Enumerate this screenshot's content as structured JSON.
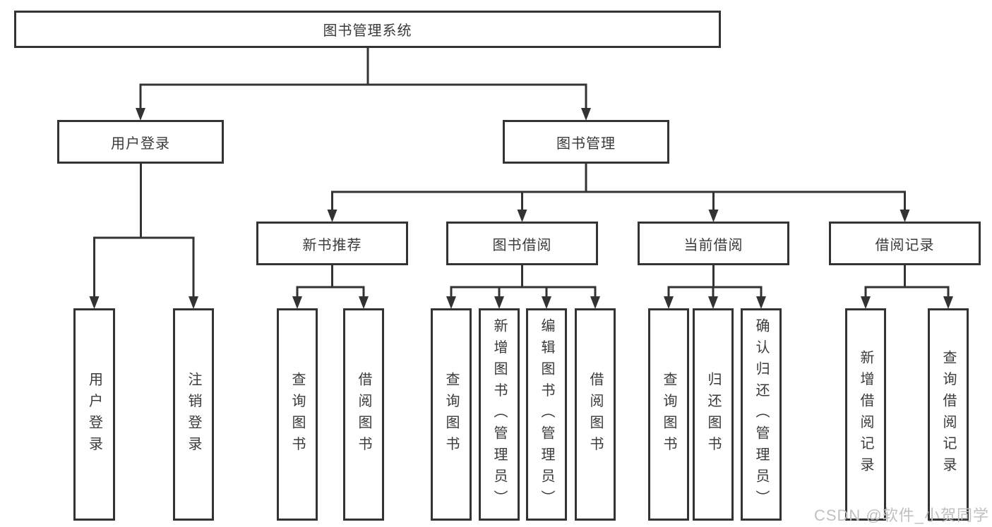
{
  "diagram_title": "图书管理系统",
  "nodes": {
    "root": {
      "label": "图书管理系统"
    },
    "level2": [
      {
        "label": "用户登录",
        "parent": "图书管理系统"
      },
      {
        "label": "图书管理",
        "parent": "图书管理系统"
      }
    ],
    "level3": [
      {
        "label": "新书推荐",
        "parent": "图书管理"
      },
      {
        "label": "图书借阅",
        "parent": "图书管理"
      },
      {
        "label": "当前借阅",
        "parent": "图书管理"
      },
      {
        "label": "借阅记录",
        "parent": "图书管理"
      }
    ],
    "leaves": [
      {
        "label": "用户登录",
        "parent": "用户登录"
      },
      {
        "label": "注销登录",
        "parent": "用户登录"
      },
      {
        "label": "查询图书",
        "parent": "新书推荐"
      },
      {
        "label": "借阅图书",
        "parent": "新书推荐"
      },
      {
        "label": "查询图书",
        "parent": "图书借阅"
      },
      {
        "label": "新增图书（管理员）",
        "parent": "图书借阅"
      },
      {
        "label": "编辑图书（管理员）",
        "parent": "图书借阅"
      },
      {
        "label": "借阅图书",
        "parent": "图书借阅"
      },
      {
        "label": "查询图书",
        "parent": "当前借阅"
      },
      {
        "label": "归还图书",
        "parent": "当前借阅"
      },
      {
        "label": "确认归还（管理员）",
        "parent": "当前借阅"
      },
      {
        "label": "新增借阅记录",
        "parent": "借阅记录"
      },
      {
        "label": "查询借阅记录",
        "parent": "借阅记录"
      }
    ]
  },
  "watermark": "CSDN @软件_小贺同学",
  "colors": {
    "line": "#333333",
    "text": "#3a3a3a",
    "watermark": "#c0c0c0",
    "background": "#ffffff"
  }
}
